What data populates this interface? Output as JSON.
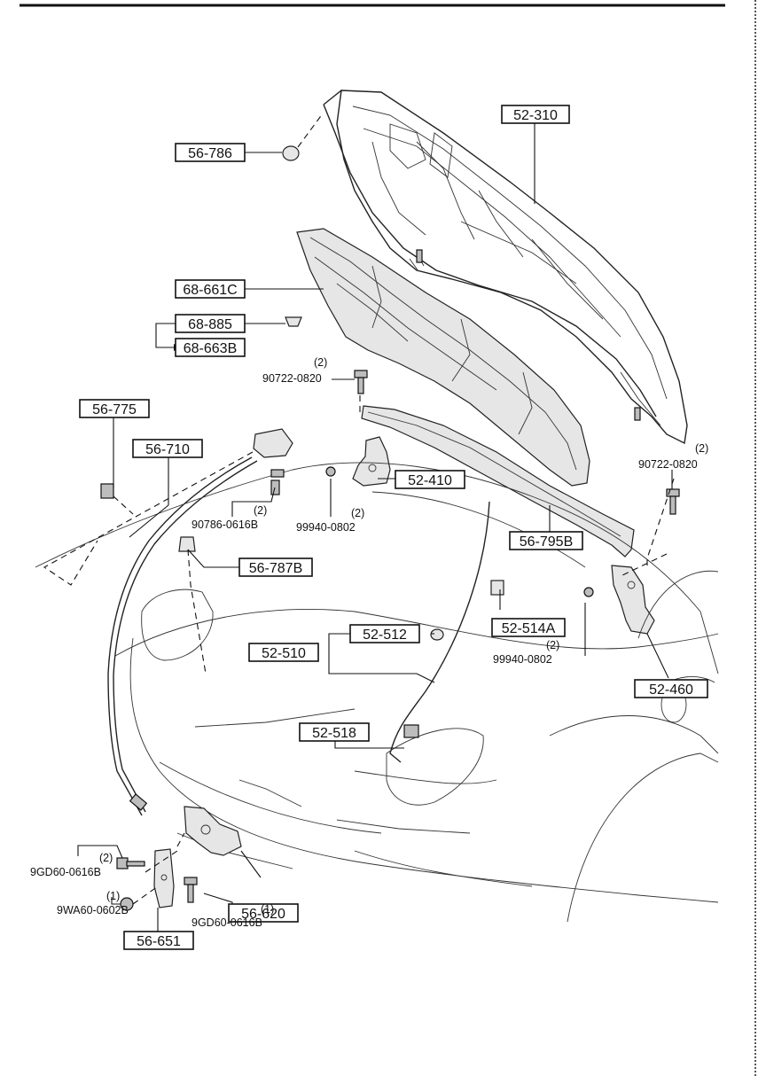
{
  "parts": {
    "p52_310": "52-310",
    "p56_786": "56-786",
    "p68_661C": "68-661C",
    "p68_885": "68-885",
    "p68_663B": "68-663B",
    "p56_775": "56-775",
    "p56_710": "56-710",
    "p52_410": "52-410",
    "p56_795B": "56-795B",
    "p56_787B": "56-787B",
    "p52_512": "52-512",
    "p52_510": "52-510",
    "p52_514A": "52-514A",
    "p52_460": "52-460",
    "p52_518": "52-518",
    "p56_620": "56-620",
    "p56_651": "56-651"
  },
  "fasteners": {
    "f90722_0820_left": "90722-0820",
    "f90722_0820_left_qty": "(2)",
    "f90722_0820_right": "90722-0820",
    "f90722_0820_right_qty": "(2)",
    "f90786_0616B": "90786-0616B",
    "f90786_0616B_qty": "(2)",
    "f99940_0802_left": "99940-0802",
    "f99940_0802_left_qty": "(2)",
    "f99940_0802_right": "99940-0802",
    "f99940_0802_right_qty": "(2)",
    "f9GD60_0616B_left": "9GD60-0616B",
    "f9GD60_0616B_left_qty": "(2)",
    "f9WA60_0602B": "9WA60-0602B",
    "f9WA60_0602B_qty": "(1)",
    "f9GD60_0616B_right": "9GD60-0616B",
    "f9GD60_0616B_right_qty": "(1)"
  }
}
